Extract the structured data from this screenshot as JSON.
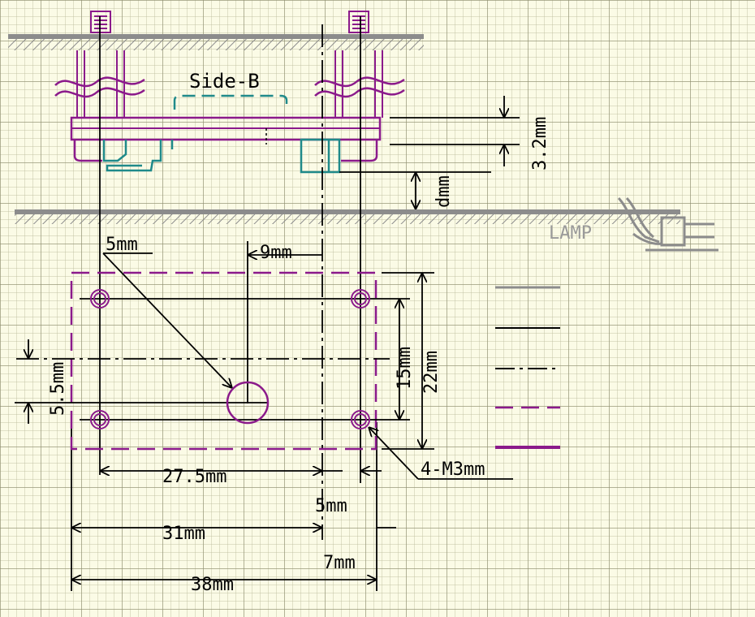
{
  "labels": {
    "side_b": "Side-B",
    "lamp": "LAMP",
    "dim_3_2": "3.2mm",
    "dim_d": "dmm",
    "dim_5_top": "5mm",
    "dim_9": "9mm",
    "dim_15": "15mm",
    "dim_22": "22mm",
    "dim_5_5": "5.5mm",
    "dim_27_5": "27.5mm",
    "dim_5_bottom": "5mm",
    "dim_31": "31mm",
    "dim_7": "7mm",
    "dim_38": "38mm",
    "holes": "4-M3mm"
  },
  "legend": [
    {
      "style": "grey-solid",
      "color": "#8c8c8c"
    },
    {
      "style": "black-solid",
      "color": "#000000"
    },
    {
      "style": "black-dash-dot",
      "color": "#000000"
    },
    {
      "style": "purple-dashed",
      "color": "#8b1a8b"
    },
    {
      "style": "purple-thick",
      "color": "#8b1a8b"
    }
  ],
  "colors": {
    "background": "#fbfbe6",
    "part": "#8b1a8b",
    "connector": "#1f8a8a",
    "hatch": "#8c8c8c",
    "dimension": "#000000"
  }
}
